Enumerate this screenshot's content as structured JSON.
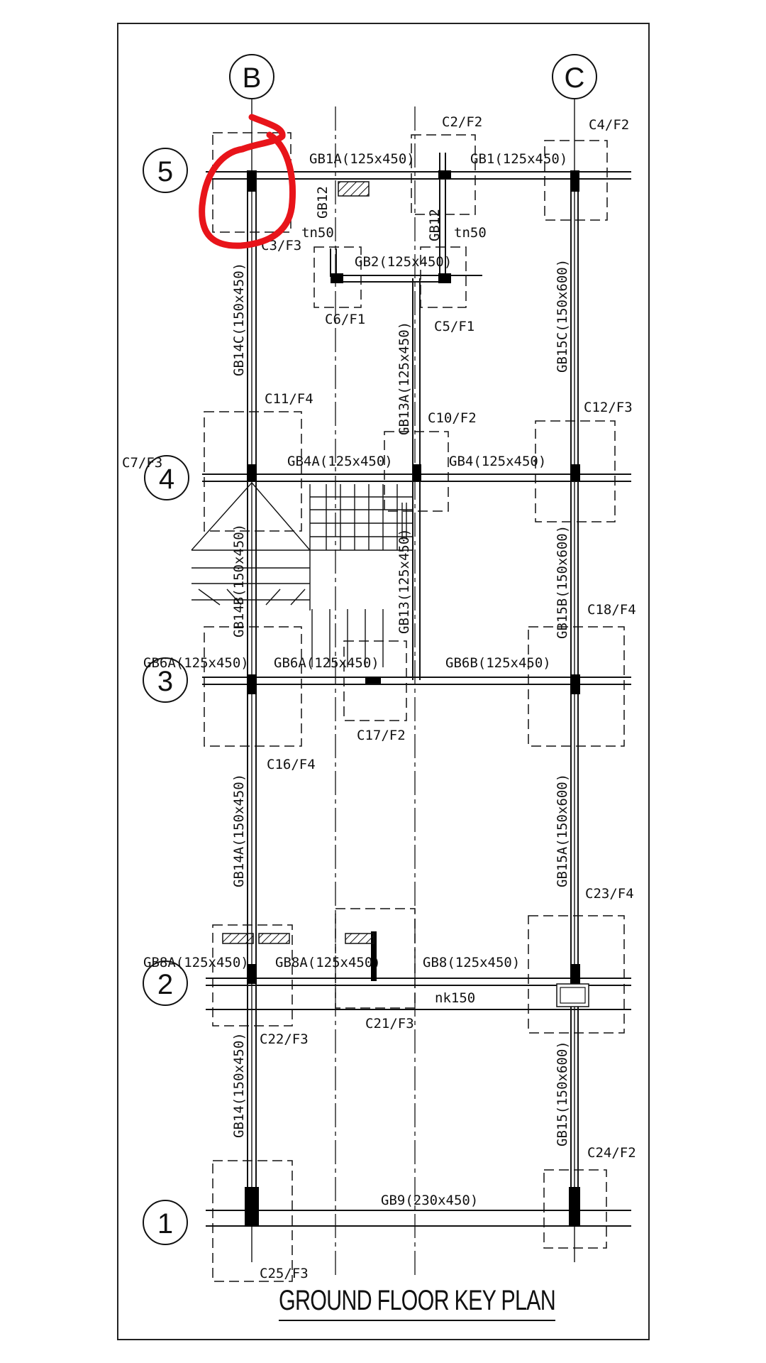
{
  "title": "GROUND FLOOR KEY PLAN",
  "grid": {
    "columns": [
      "B",
      "C"
    ],
    "rows": [
      "5",
      "4",
      "3",
      "2",
      "1"
    ]
  },
  "beams": {
    "gb1a": "GB1A(125x450)",
    "gb1": "GB1(125x450)",
    "gb2": "GB2(125x450)",
    "gb12_left": "GB12",
    "gb12_right": "GB12",
    "tn50_left": "tn50",
    "tn50_right": "tn50",
    "gb14c": "GB14C(150x450)",
    "gb15c": "GB15C(150x600)",
    "gb13a": "GB13A(125x450)",
    "gb4a": "GB4A(125x450)",
    "gb4": "GB4(125x450)",
    "gb14b": "GB14B(150x450)",
    "gb13": "GB13(125x450)",
    "gb15b": "GB15B(150x600)",
    "gb6a_left": "GB6A(125x450)",
    "gb6a_mid": "GB6A(125x450)",
    "gb6b": "GB6B(125x450)",
    "gb14a": "GB14A(150x450)",
    "gb15a": "GB15A(150x600)",
    "gb8a_left": "GB8A(125x450)",
    "gb8a_mid": "GB8A(125x450)",
    "gb8": "GB8(125x450)",
    "nk150": "nk150",
    "gb14": "GB14(150x450)",
    "gb15": "GB15(150x600)",
    "gb9": "GB9(230x450)"
  },
  "columns_footings": {
    "c2": "C2/F2",
    "c4": "C4/F2",
    "c3": "C3/F3",
    "c6": "C6/F1",
    "c5": "C5/F1",
    "c11": "C11/F4",
    "c10": "C10/F2",
    "c12": "C12/F3",
    "c7": "C7/F3",
    "c18": "C18/F4",
    "c17": "C17/F2",
    "c16": "C16/F4",
    "c23": "C23/F4",
    "c21": "C21/F3",
    "c22": "C22/F3",
    "c24": "C24/F2",
    "c25": "C25/F3"
  },
  "markup_color": "#e8141a"
}
